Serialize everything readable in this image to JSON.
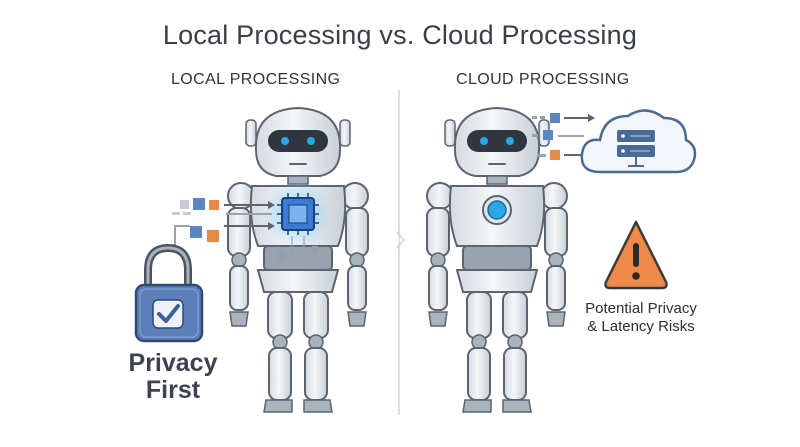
{
  "title": "Local Processing vs. Cloud Processing",
  "local": {
    "heading": "LOCAL PROCESSING",
    "badge_line1": "Privacy",
    "badge_line2": "First",
    "icons": [
      "lock-icon",
      "check-icon",
      "chip-icon",
      "data-blocks-icon",
      "arrow-icon"
    ]
  },
  "cloud": {
    "heading": "CLOUD PROCESSING",
    "risk_line1": "Potential Privacy",
    "risk_line2": "& Latency Risks",
    "icons": [
      "cloud-server-icon",
      "warning-icon",
      "arrow-icon"
    ]
  },
  "colors": {
    "robot_body": "#e9ecef",
    "robot_outline": "#5b6470",
    "visor": "#2f3640",
    "eye": "#2aa8e6",
    "lock": "#5b7fb8",
    "chip": "#3a7bd5",
    "warning": "#f08a4b",
    "block_blue": "#5b86c4",
    "block_orange": "#e88a46",
    "block_gray": "#b9c0c8"
  }
}
